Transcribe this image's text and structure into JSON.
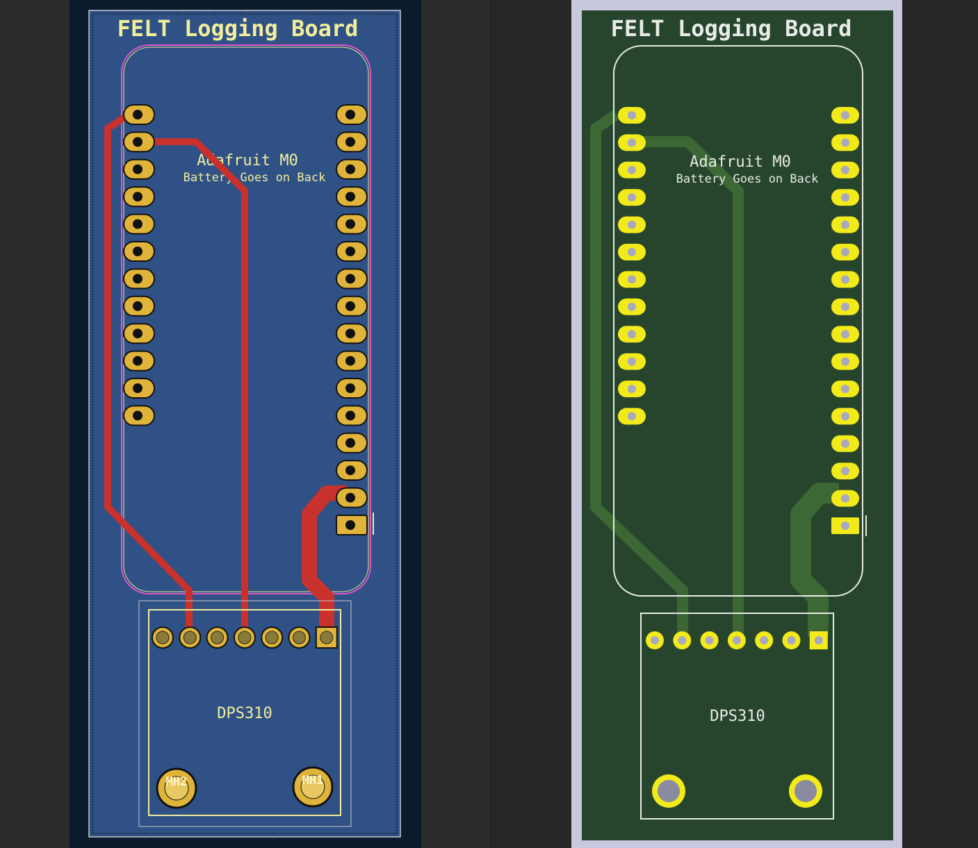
{
  "editor": {
    "board_title": "FELT Logging Board",
    "module_name": "Adafruit M0",
    "module_note": "Battery Goes on Back",
    "sensor_name": "DPS310",
    "mounting_hole_1": "MH1",
    "mounting_hole_2": "MH2",
    "colors": {
      "board": "#2f5185",
      "trace": "#c8312c",
      "pad": "#e0b43a",
      "silk": "#f2ee9c",
      "outline": "#e055c8"
    }
  },
  "render3d": {
    "board_title": "FELT Logging Board",
    "module_name": "Adafruit M0",
    "module_note": "Battery Goes on Back",
    "sensor_name": "DPS310",
    "colors": {
      "board": "#27452c",
      "pad": "#f2ea1a",
      "silk": "#ffffff",
      "frame": "#c8c8de"
    }
  }
}
